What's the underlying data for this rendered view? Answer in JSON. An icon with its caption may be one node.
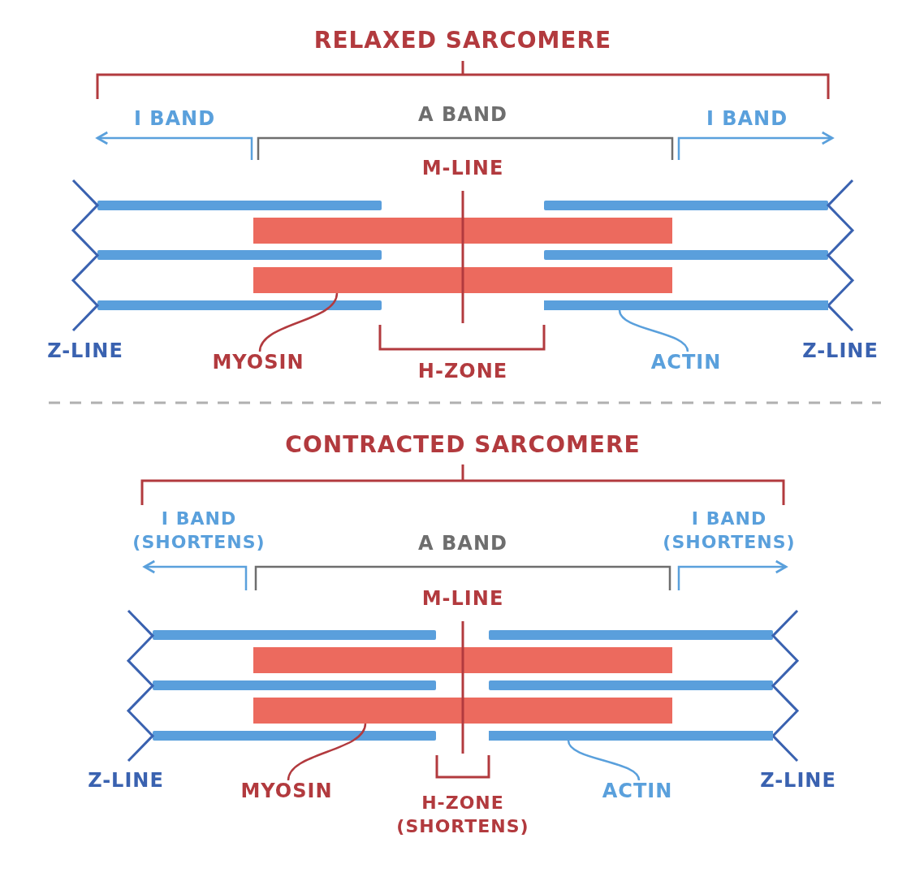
{
  "diagram": {
    "nodes": [
      {
        "text": [
          "MYOSIN"
        ]
      },
      {
        "text": [],
        "shape": "bar"
      },
      {
        "text": [
          "ACTIN"
        ]
      },
      {
        "text": [],
        "shape": "bar"
      },
      {
        "text": [
          "MYOSIN"
        ]
      },
      {
        "text": [],
        "shape": "bar"
      },
      {
        "text": [
          "ACTIN"
        ]
      },
      {
        "text": [],
        "shape": "bar"
      }
    ],
    "edges": [
      {
        "from": 0,
        "to": 1,
        "arrow": "none"
      },
      {
        "from": 2,
        "to": 3,
        "arrow": "none",
        "color": "#5aa0dc"
      },
      {
        "from": 4,
        "to": 5,
        "arrow": "none"
      },
      {
        "from": 6,
        "to": 7,
        "arrow": "none",
        "color": "#5aa0dc"
      }
    ],
    "labels": [
      "RELAXED SARCOMERE",
      "I BAND",
      "A BAND",
      "I BAND",
      "M-LINE",
      "Z-LINE",
      "H-ZONE",
      "Z-LINE",
      "CONTRACTED SARCOMERE",
      "I BAND (SHORTENS)",
      "A BAND",
      "I BAND (SHORTENS)",
      "M-LINE",
      "Z-LINE",
      "H-ZONE (SHORTENS)",
      "Z-LINE"
    ]
  }
}
